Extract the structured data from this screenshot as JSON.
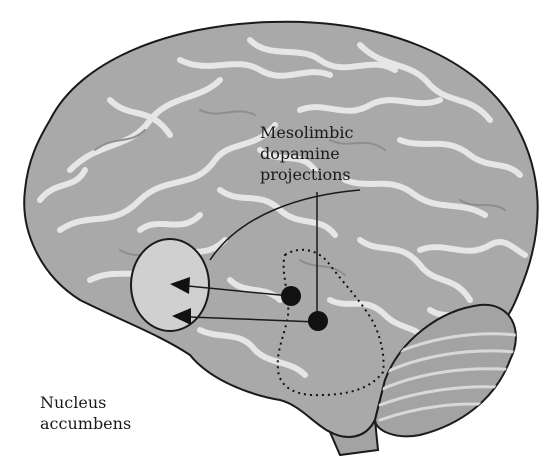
{
  "labels": {
    "mesolimbic": [
      "Mesolimbic",
      "dopamine",
      "projections"
    ],
    "nucleus": [
      "Nucleus",
      "accumbens"
    ]
  },
  "colors": {
    "brain_fill": "#a9a9a9",
    "sulci": "#e6e6e6",
    "outline": "#1a1a1a",
    "accumbens_fill": "#d0d0d0",
    "neuron": "#111111"
  }
}
